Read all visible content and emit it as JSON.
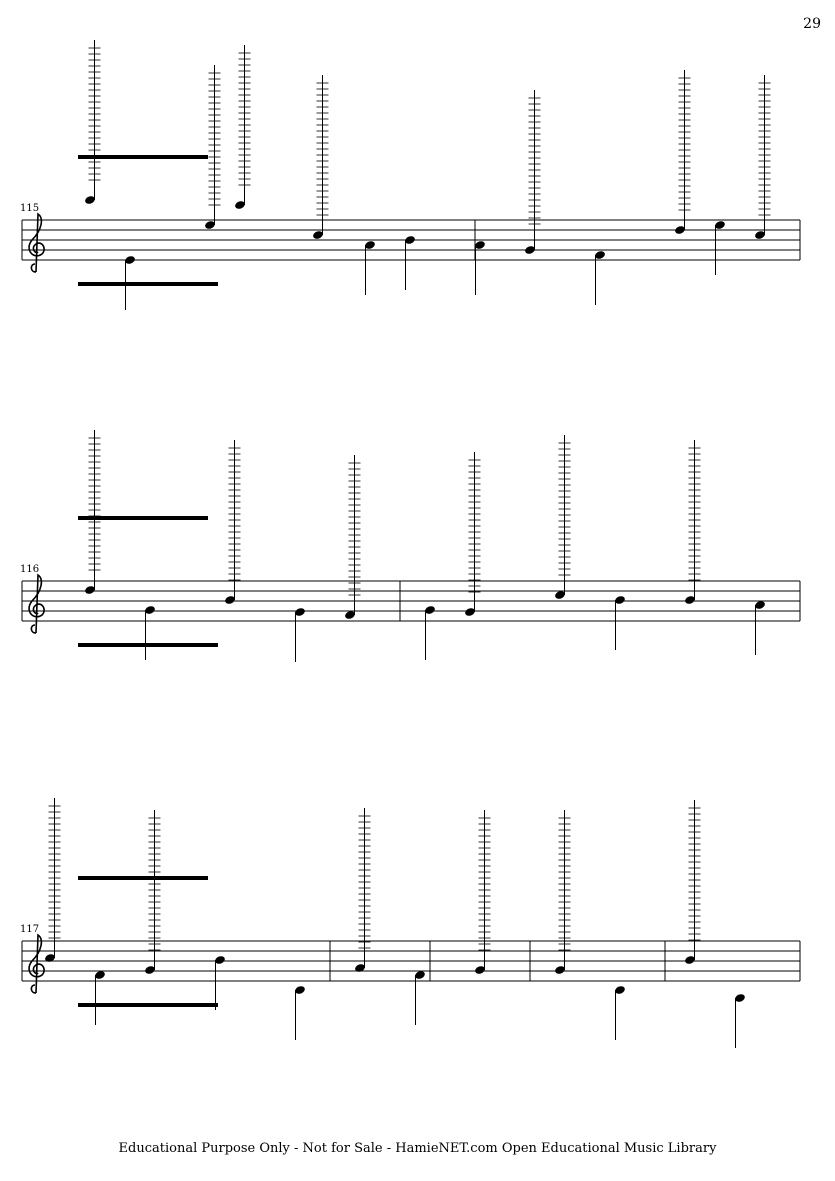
{
  "page_number": "29",
  "systems": [
    {
      "measure_number": "115"
    },
    {
      "measure_number": "116"
    },
    {
      "measure_number": "117"
    }
  ],
  "footer": "Educational Purpose Only - Not for Sale - HamieNET.com Open Educational Music Library"
}
